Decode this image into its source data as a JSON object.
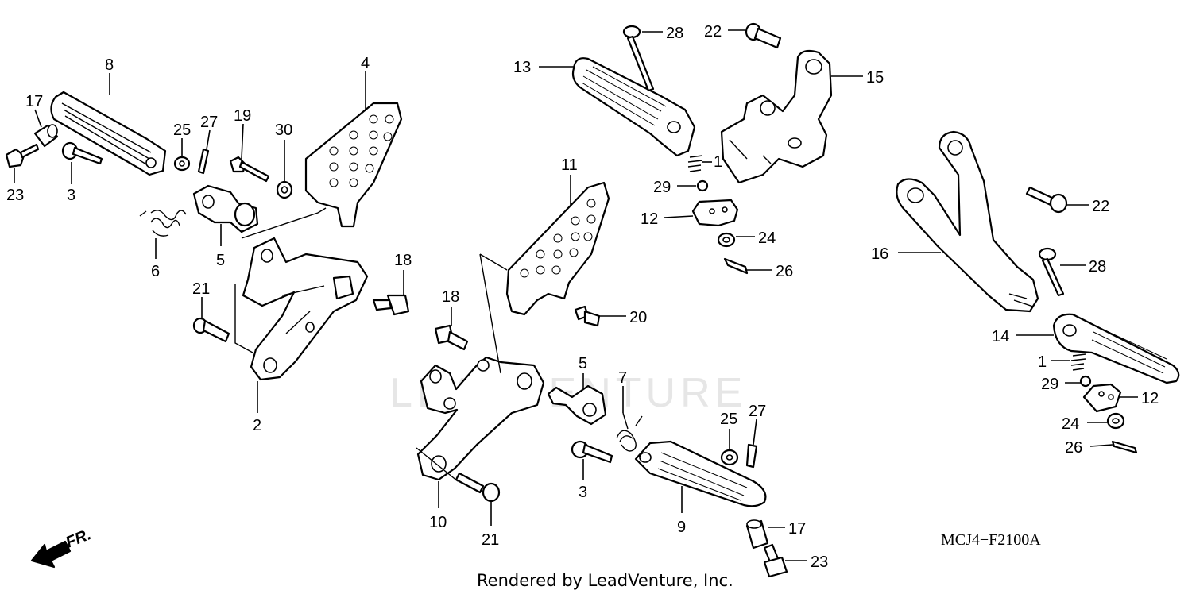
{
  "diagram": {
    "code": "MCJ4−F2100A",
    "footer": "Rendered by LeadVenture, Inc.",
    "watermark": "LEADVENTURE",
    "direction_label": "FR.",
    "callouts": [
      {
        "id": "c8",
        "text": "8"
      },
      {
        "id": "c17a",
        "text": "17"
      },
      {
        "id": "c23a",
        "text": "23"
      },
      {
        "id": "c3a",
        "text": "3"
      },
      {
        "id": "c25a",
        "text": "25"
      },
      {
        "id": "c27a",
        "text": "27"
      },
      {
        "id": "c19",
        "text": "19"
      },
      {
        "id": "c30",
        "text": "30"
      },
      {
        "id": "c4",
        "text": "4"
      },
      {
        "id": "c6",
        "text": "6"
      },
      {
        "id": "c5a",
        "text": "5"
      },
      {
        "id": "c21a",
        "text": "21"
      },
      {
        "id": "c2",
        "text": "2"
      },
      {
        "id": "c18a",
        "text": "18"
      },
      {
        "id": "c13",
        "text": "13"
      },
      {
        "id": "c28a",
        "text": "28"
      },
      {
        "id": "c22a",
        "text": "22"
      },
      {
        "id": "c15",
        "text": "15"
      },
      {
        "id": "c1a",
        "text": "1"
      },
      {
        "id": "c29a",
        "text": "29"
      },
      {
        "id": "c12a",
        "text": "12"
      },
      {
        "id": "c24a",
        "text": "24"
      },
      {
        "id": "c26a",
        "text": "26"
      },
      {
        "id": "c11",
        "text": "11"
      },
      {
        "id": "c18b",
        "text": "18"
      },
      {
        "id": "c20",
        "text": "20"
      },
      {
        "id": "c5b",
        "text": "5"
      },
      {
        "id": "c7",
        "text": "7"
      },
      {
        "id": "c25b",
        "text": "25"
      },
      {
        "id": "c27b",
        "text": "27"
      },
      {
        "id": "c3b",
        "text": "3"
      },
      {
        "id": "c9",
        "text": "9"
      },
      {
        "id": "c10",
        "text": "10"
      },
      {
        "id": "c21b",
        "text": "21"
      },
      {
        "id": "c17b",
        "text": "17"
      },
      {
        "id": "c23b",
        "text": "23"
      },
      {
        "id": "c16",
        "text": "16"
      },
      {
        "id": "c22b",
        "text": "22"
      },
      {
        "id": "c28b",
        "text": "28"
      },
      {
        "id": "c14",
        "text": "14"
      },
      {
        "id": "c1b",
        "text": "1"
      },
      {
        "id": "c29b",
        "text": "29"
      },
      {
        "id": "c12b",
        "text": "12"
      },
      {
        "id": "c24b",
        "text": "24"
      },
      {
        "id": "c26b",
        "text": "26"
      }
    ]
  }
}
